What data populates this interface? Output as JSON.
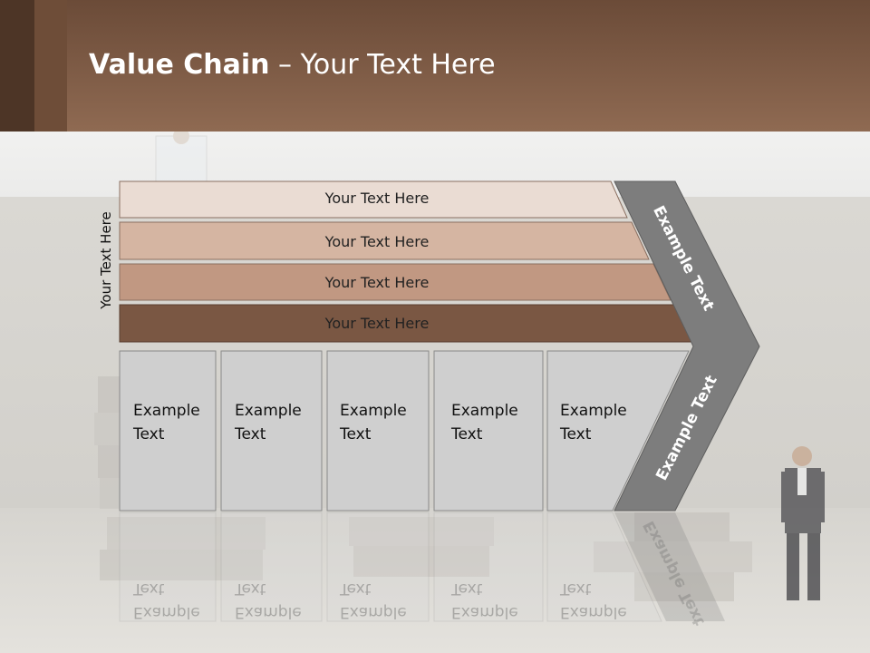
{
  "slide": {
    "title_bold": "Value Chain",
    "title_rest": " – Your Text Here",
    "side_label": "Your Text Here",
    "bars": [
      {
        "label": "Your Text Here",
        "color": "#eadcd3"
      },
      {
        "label": "Your Text Here",
        "color": "#d5b5a2"
      },
      {
        "label": "Your Text Here",
        "color": "#c19882"
      },
      {
        "label": "Your Text Here",
        "color": "#7a5743"
      }
    ],
    "cells": [
      {
        "line1": "Example",
        "line2": "Text"
      },
      {
        "line1": "Example",
        "line2": "Text"
      },
      {
        "line1": "Example",
        "line2": "Text"
      },
      {
        "line1": "Example",
        "line2": "Text"
      },
      {
        "line1": "Example",
        "line2": "Text"
      }
    ],
    "chevron_top": "Example Text",
    "chevron_bottom": "Example Text",
    "colors": {
      "header": "#8f6a52",
      "chevron": "#7d7d7d",
      "cell_fill": "#cfcfcf"
    }
  }
}
